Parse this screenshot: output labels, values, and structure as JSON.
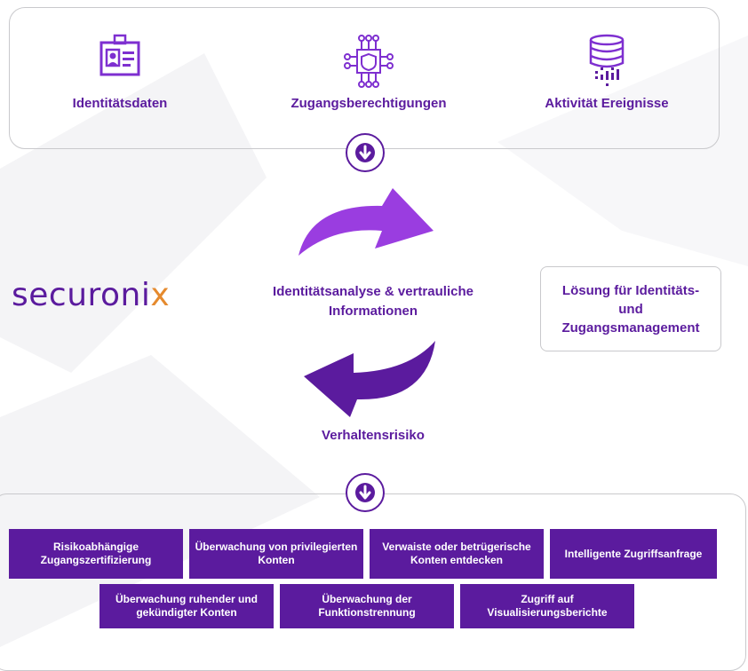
{
  "sources": [
    {
      "label": "Identitätsdaten",
      "icon": "id-card-icon"
    },
    {
      "label": "Zugangsberechtigungen",
      "icon": "network-shield-icon"
    },
    {
      "label": "Aktivität Ereignisse",
      "icon": "database-icon"
    }
  ],
  "logo": {
    "main": "securoni",
    "accent": "x"
  },
  "center_label": "Identitätsanalyse & vertrauliche Informationen",
  "risk_label": "Verhaltensrisiko",
  "solution_box": "Lösung für Identitäts- und Zugangsmanagement",
  "capabilities_row1": [
    "Risikoabhängige Zugangszertifizierung",
    "Überwachung von privilegierten Konten",
    "Verwaiste oder betrügerische Konten entdecken",
    "Intelligente Zugriffsanfrage"
  ],
  "capabilities_row2": [
    "Überwachung ruhender und gekündigter Konten",
    "Überwachung der Funktionstrennung",
    "Zugriff auf Visualisierungsberichte"
  ],
  "colors": {
    "brand": "#5b1b9e",
    "accent": "#e58a2e",
    "arrow_light": "#9a3de0",
    "panel_border": "#c9c9cc"
  }
}
